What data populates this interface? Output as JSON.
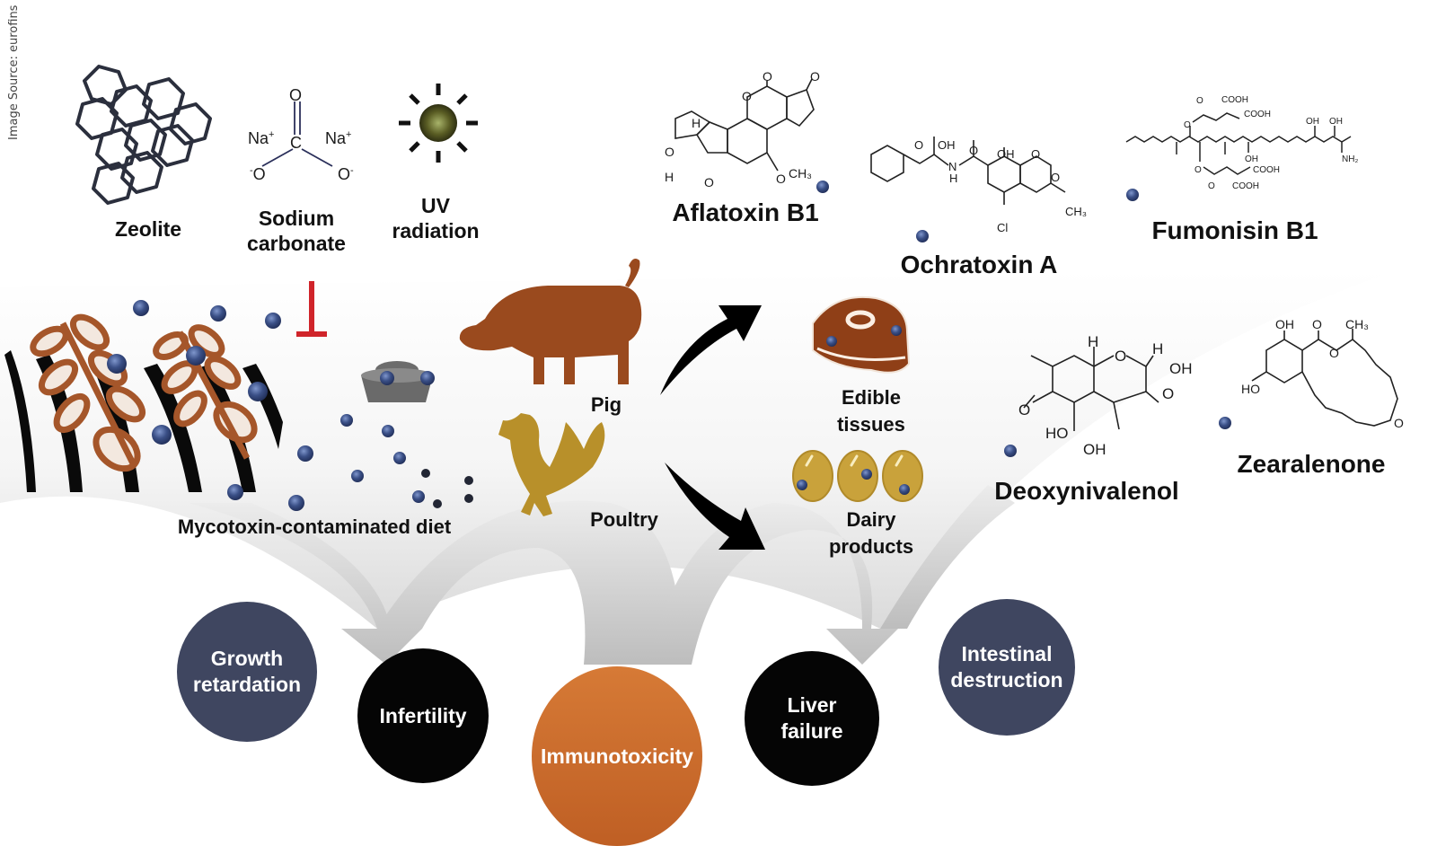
{
  "source_credit": "Image Source: eurofins",
  "interventions": {
    "zeolite": "Zeolite",
    "sodium_carbonate": [
      "Sodium",
      "carbonate"
    ],
    "sodium_carbonate_formula": {
      "cation": "Na",
      "charge_pos": "+",
      "center": "C",
      "oxygen": "O",
      "charge_neg": "-"
    },
    "uv": [
      "UV",
      "radiation"
    ]
  },
  "mycotoxins": {
    "aflatoxin": "Aflatoxin B1",
    "ochratoxin": "Ochratoxin A",
    "fumonisin": "Fumonisin B1",
    "deoxynivalenol": "Deoxynivalenol",
    "zearalenone": "Zearalenone"
  },
  "chem_labels": {
    "aflatoxin": {
      "o": "O",
      "h": "H",
      "och3": "O",
      "ch3": "CH₃"
    },
    "ochratoxin": {
      "oh": "OH",
      "o": "O",
      "nh": "N",
      "h": "H",
      "cl": "Cl",
      "ch3": "CH₃"
    },
    "fumonisin": {
      "cooh": "COOH",
      "oh": "OH",
      "o": "O",
      "nh2": "NH₂"
    },
    "deoxynivalenol": {
      "h": "H",
      "o": "O",
      "oh": "OH",
      "ho": "HO"
    },
    "zearalenone": {
      "oh": "OH",
      "o": "O",
      "ch3": "CH₃",
      "ho": "HO"
    }
  },
  "diet_label": "Mycotoxin-contaminated diet",
  "animals": {
    "pig": "Pig",
    "poultry": "Poultry"
  },
  "products": {
    "tissues": [
      "Edible",
      "tissues"
    ],
    "dairy": [
      "Dairy",
      "products"
    ]
  },
  "effects": [
    {
      "label": [
        "Growth",
        "retardation"
      ],
      "color": "#3f4660"
    },
    {
      "label": [
        "Infertility"
      ],
      "color": "#050505"
    },
    {
      "label": [
        "Immunotoxicity"
      ],
      "color": "#c8682c"
    },
    {
      "label": [
        "Liver",
        "failure"
      ],
      "color": "#050505"
    },
    {
      "label": [
        "Intestinal",
        "destruction"
      ],
      "color": "#3f4660"
    }
  ],
  "colors": {
    "toxin_dot": "#3a4f86",
    "grain": "#a5562a",
    "pig": "#9a4a1e",
    "poultry": "#b8902a",
    "meat": "#8f3f17",
    "egg": "#c9a23b",
    "inhibit": "#d0242a",
    "flow_arrow": "#c8c8c8"
  }
}
